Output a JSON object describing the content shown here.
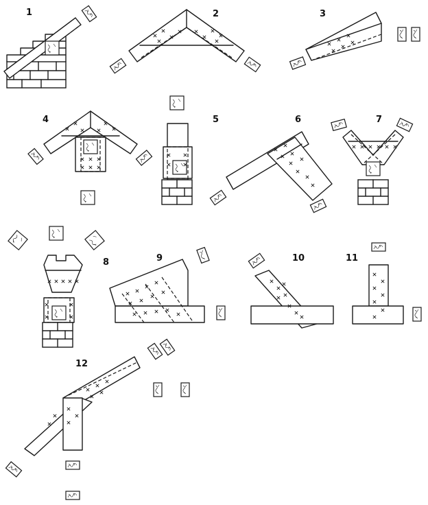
{
  "figures": [
    {
      "id": "1",
      "label": "1"
    },
    {
      "id": "2",
      "label": "2"
    },
    {
      "id": "3",
      "label": "3"
    },
    {
      "id": "4",
      "label": "4"
    },
    {
      "id": "5",
      "label": "5"
    },
    {
      "id": "6",
      "label": "6"
    },
    {
      "id": "7",
      "label": "7"
    },
    {
      "id": "8",
      "label": "8"
    },
    {
      "id": "9",
      "label": "9"
    },
    {
      "id": "10",
      "label": "10"
    },
    {
      "id": "11",
      "label": "11"
    },
    {
      "id": "12",
      "label": "12"
    }
  ],
  "colors": {
    "ink": "#1a1a1a",
    "paper": "#ffffff"
  }
}
